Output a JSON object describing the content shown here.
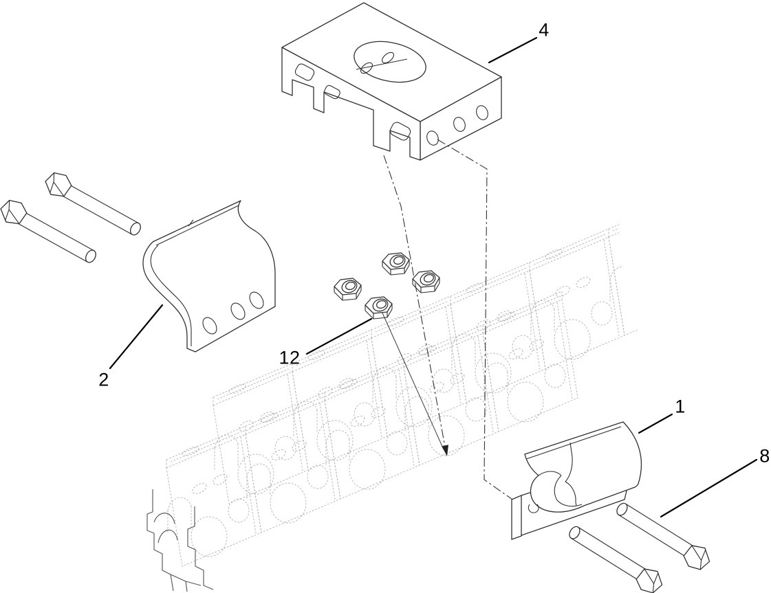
{
  "diagram": {
    "background_color": "#ffffff",
    "part_line_color": "#2f2f2f",
    "reference_line_color": "#b0b0b0",
    "callout_color": "#000000",
    "callouts": [
      {
        "label": "4"
      },
      {
        "label": "2"
      },
      {
        "label": "12"
      },
      {
        "label": "1"
      },
      {
        "label": "8"
      }
    ]
  }
}
